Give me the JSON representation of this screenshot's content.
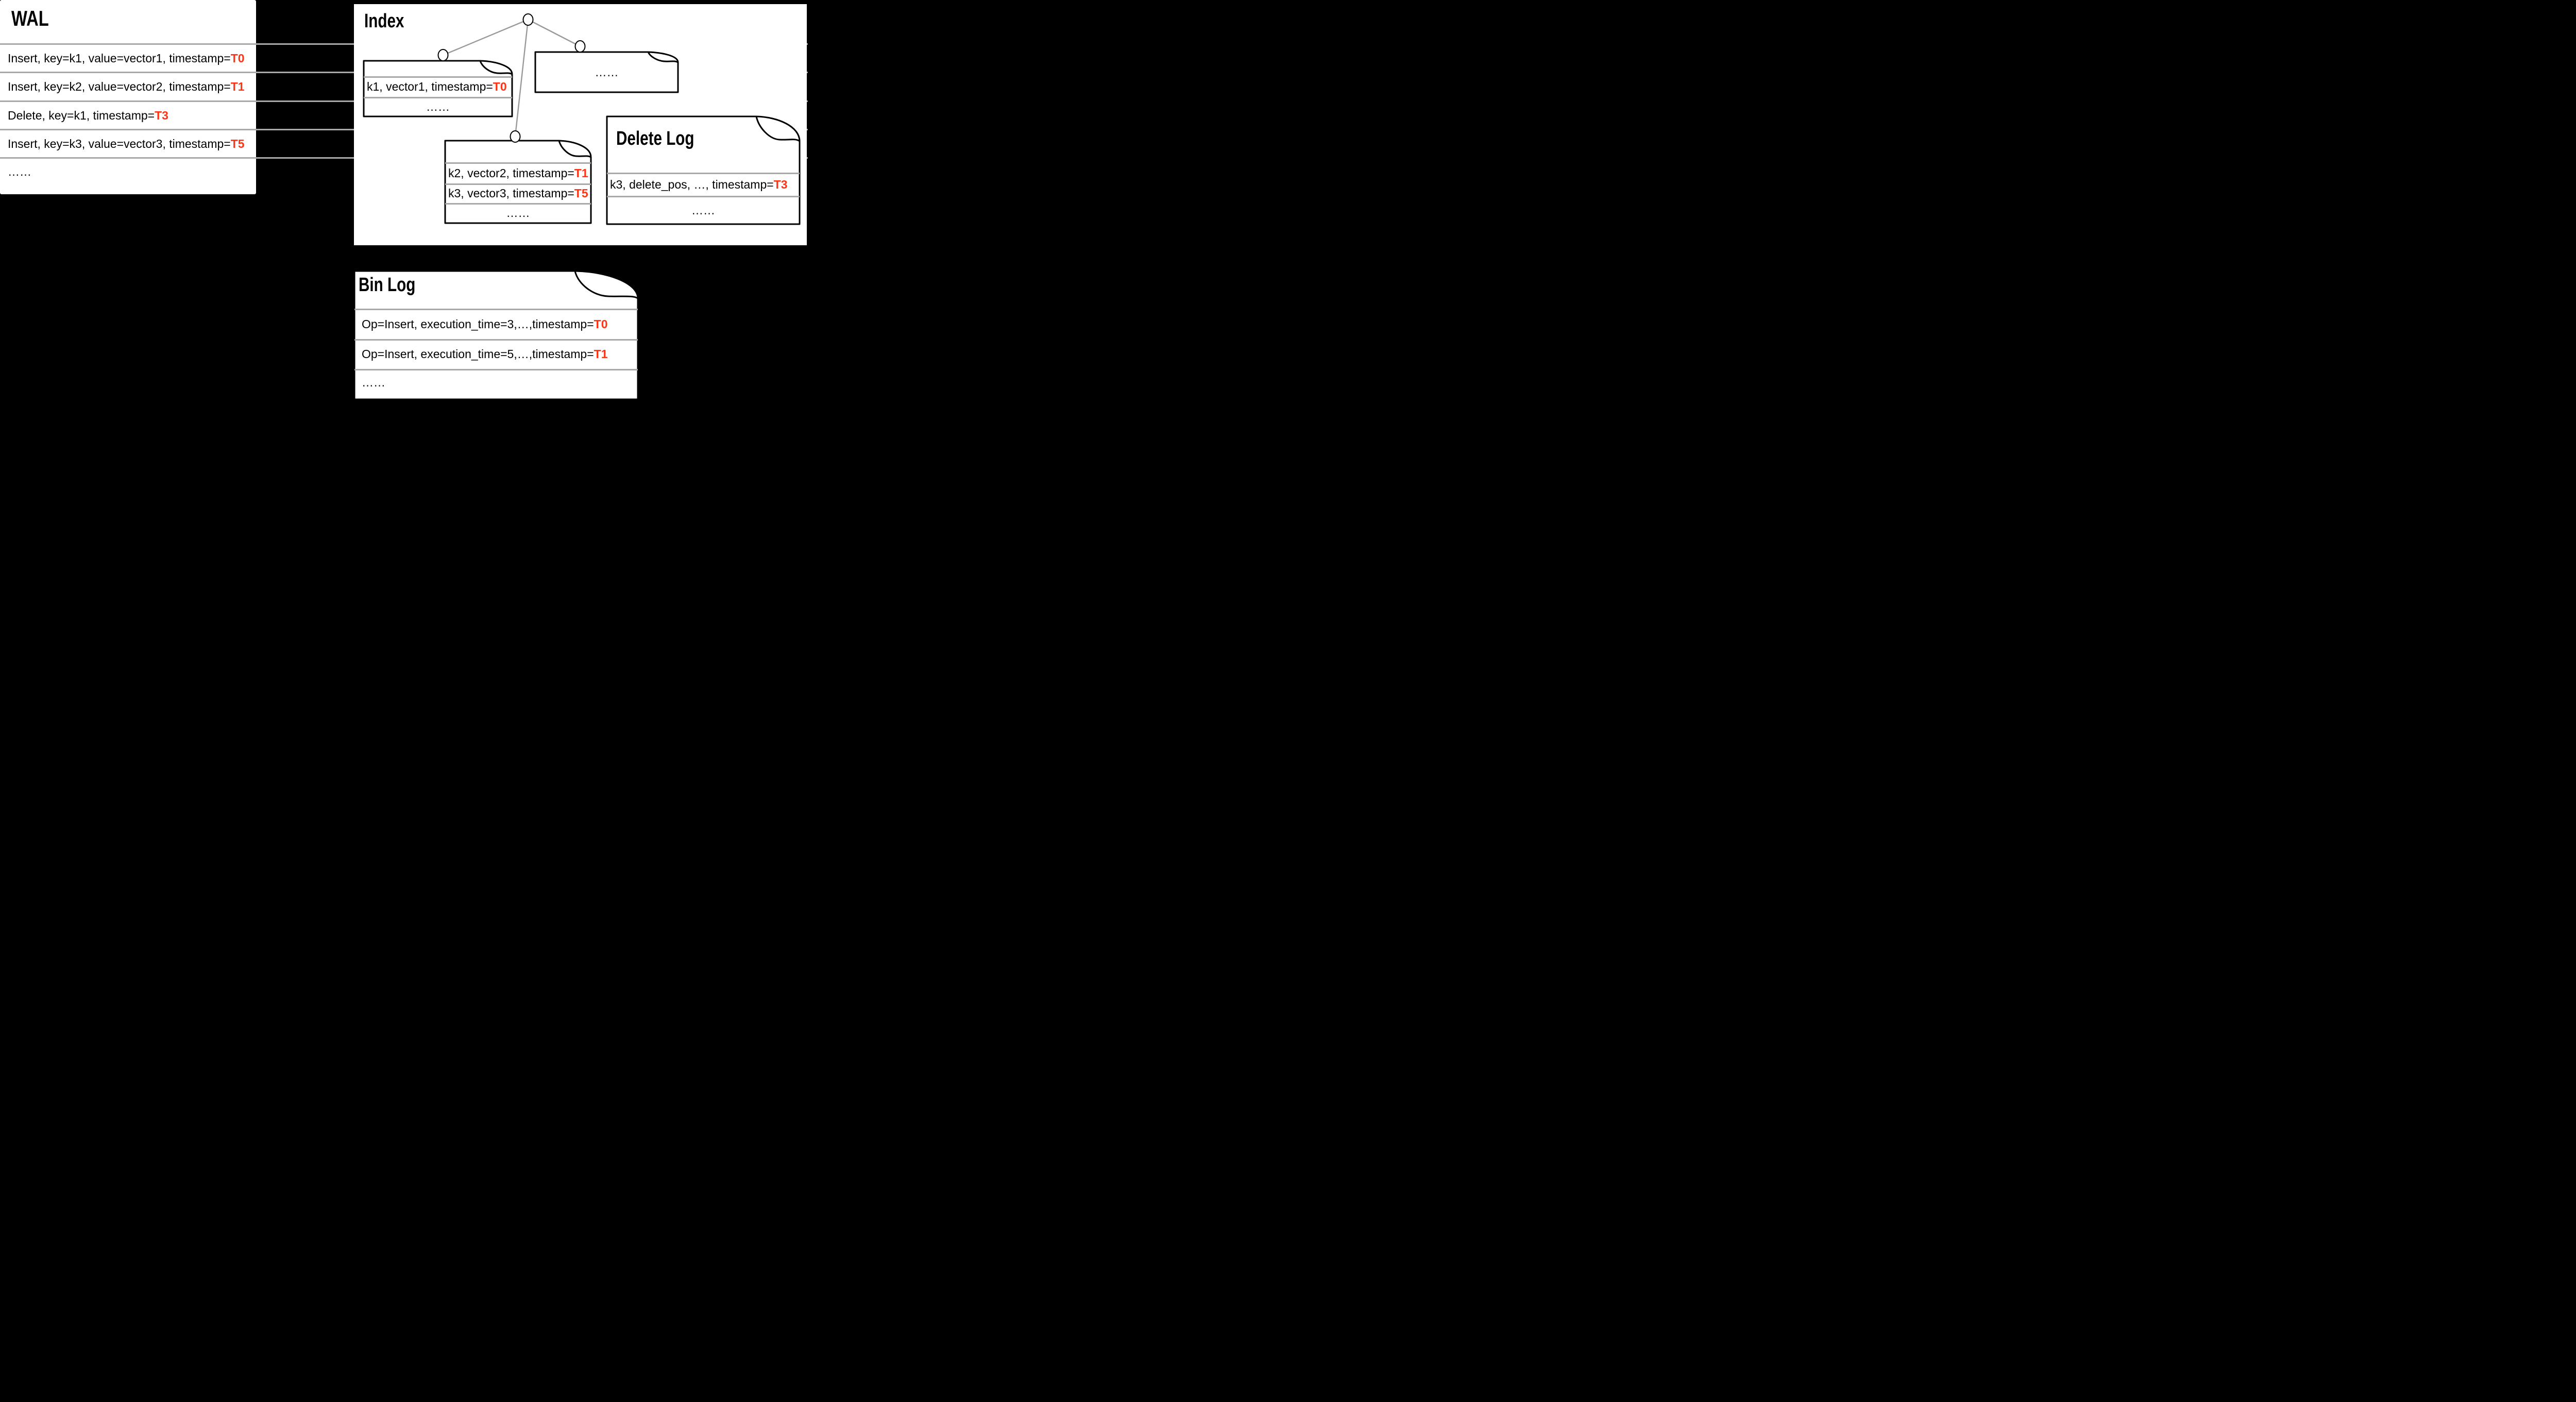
{
  "colors": {
    "background": "#000000",
    "box_white": "#ffffff",
    "accent_red": "#fa3518",
    "separator_gray": "#a9a9a9",
    "tree_line_gray": "#999999",
    "outline_black": "#000000"
  },
  "wal": {
    "title": "WAL",
    "rows": [
      {
        "text": "Insert, key=k1, value=vector1, timestamp=",
        "ts": "T0"
      },
      {
        "text": "Insert, key=k2, value=vector2, timestamp=",
        "ts": "T1"
      },
      {
        "text": "Delete, key=k1, timestamp=",
        "ts": "T3"
      },
      {
        "text": "Insert, key=k3, value=vector3, timestamp=",
        "ts": "T5"
      },
      {
        "text": "……",
        "ts": ""
      }
    ]
  },
  "index": {
    "title": "Index",
    "leaf_k1": {
      "rows": [
        {
          "text": "k1, vector1, timestamp=",
          "ts": "T0"
        },
        {
          "text": "……",
          "ts": ""
        }
      ]
    },
    "leaf_k2k3": {
      "rows": [
        {
          "text": "k2, vector2, timestamp=",
          "ts": "T1"
        },
        {
          "text": "k3, vector3, timestamp=",
          "ts": "T5"
        },
        {
          "text": "……",
          "ts": ""
        }
      ]
    },
    "leaf_more": {
      "text": "……"
    }
  },
  "delete_log": {
    "title": "Delete Log",
    "rows": [
      {
        "text": "k3, delete_pos, …, timestamp=",
        "ts": "T3"
      },
      {
        "text": "……",
        "ts": ""
      }
    ]
  },
  "bin_log": {
    "title": "Bin Log",
    "rows": [
      {
        "text": "Op=Insert, execution_time=3,…,timestamp=",
        "ts": "T0"
      },
      {
        "text": "Op=Insert, execution_time=5,…,timestamp=",
        "ts": "T1"
      },
      {
        "text": "……",
        "ts": ""
      }
    ]
  }
}
